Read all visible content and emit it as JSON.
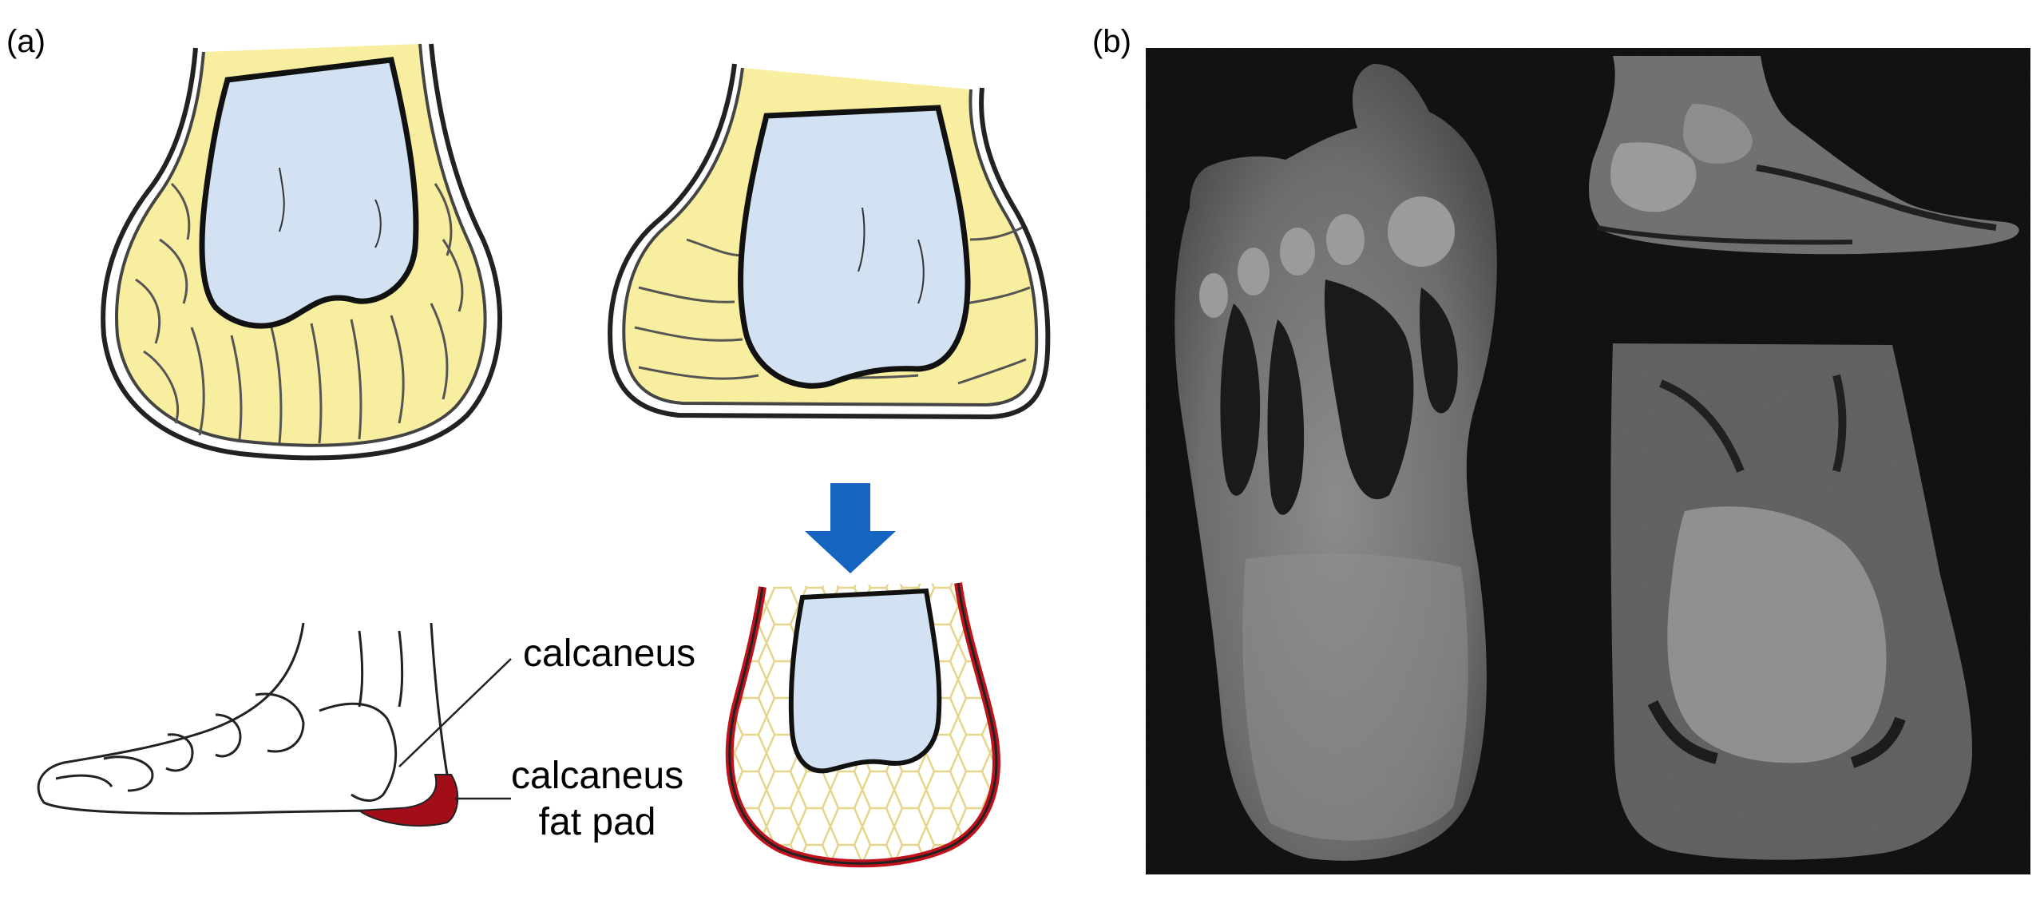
{
  "panels": {
    "a_label": "(a)",
    "b_label": "(b)"
  },
  "annotations": {
    "calcaneus": "calcaneus",
    "fat_pad_line1": "calcaneus",
    "fat_pad_line2": "fat pad"
  },
  "colors": {
    "bone": "#d3e2f2",
    "fat": "#f8ee9f",
    "fat_pad_highlight": "#c0121c",
    "arrow": "#1565c0",
    "mri_background": "#0b0b0b"
  }
}
